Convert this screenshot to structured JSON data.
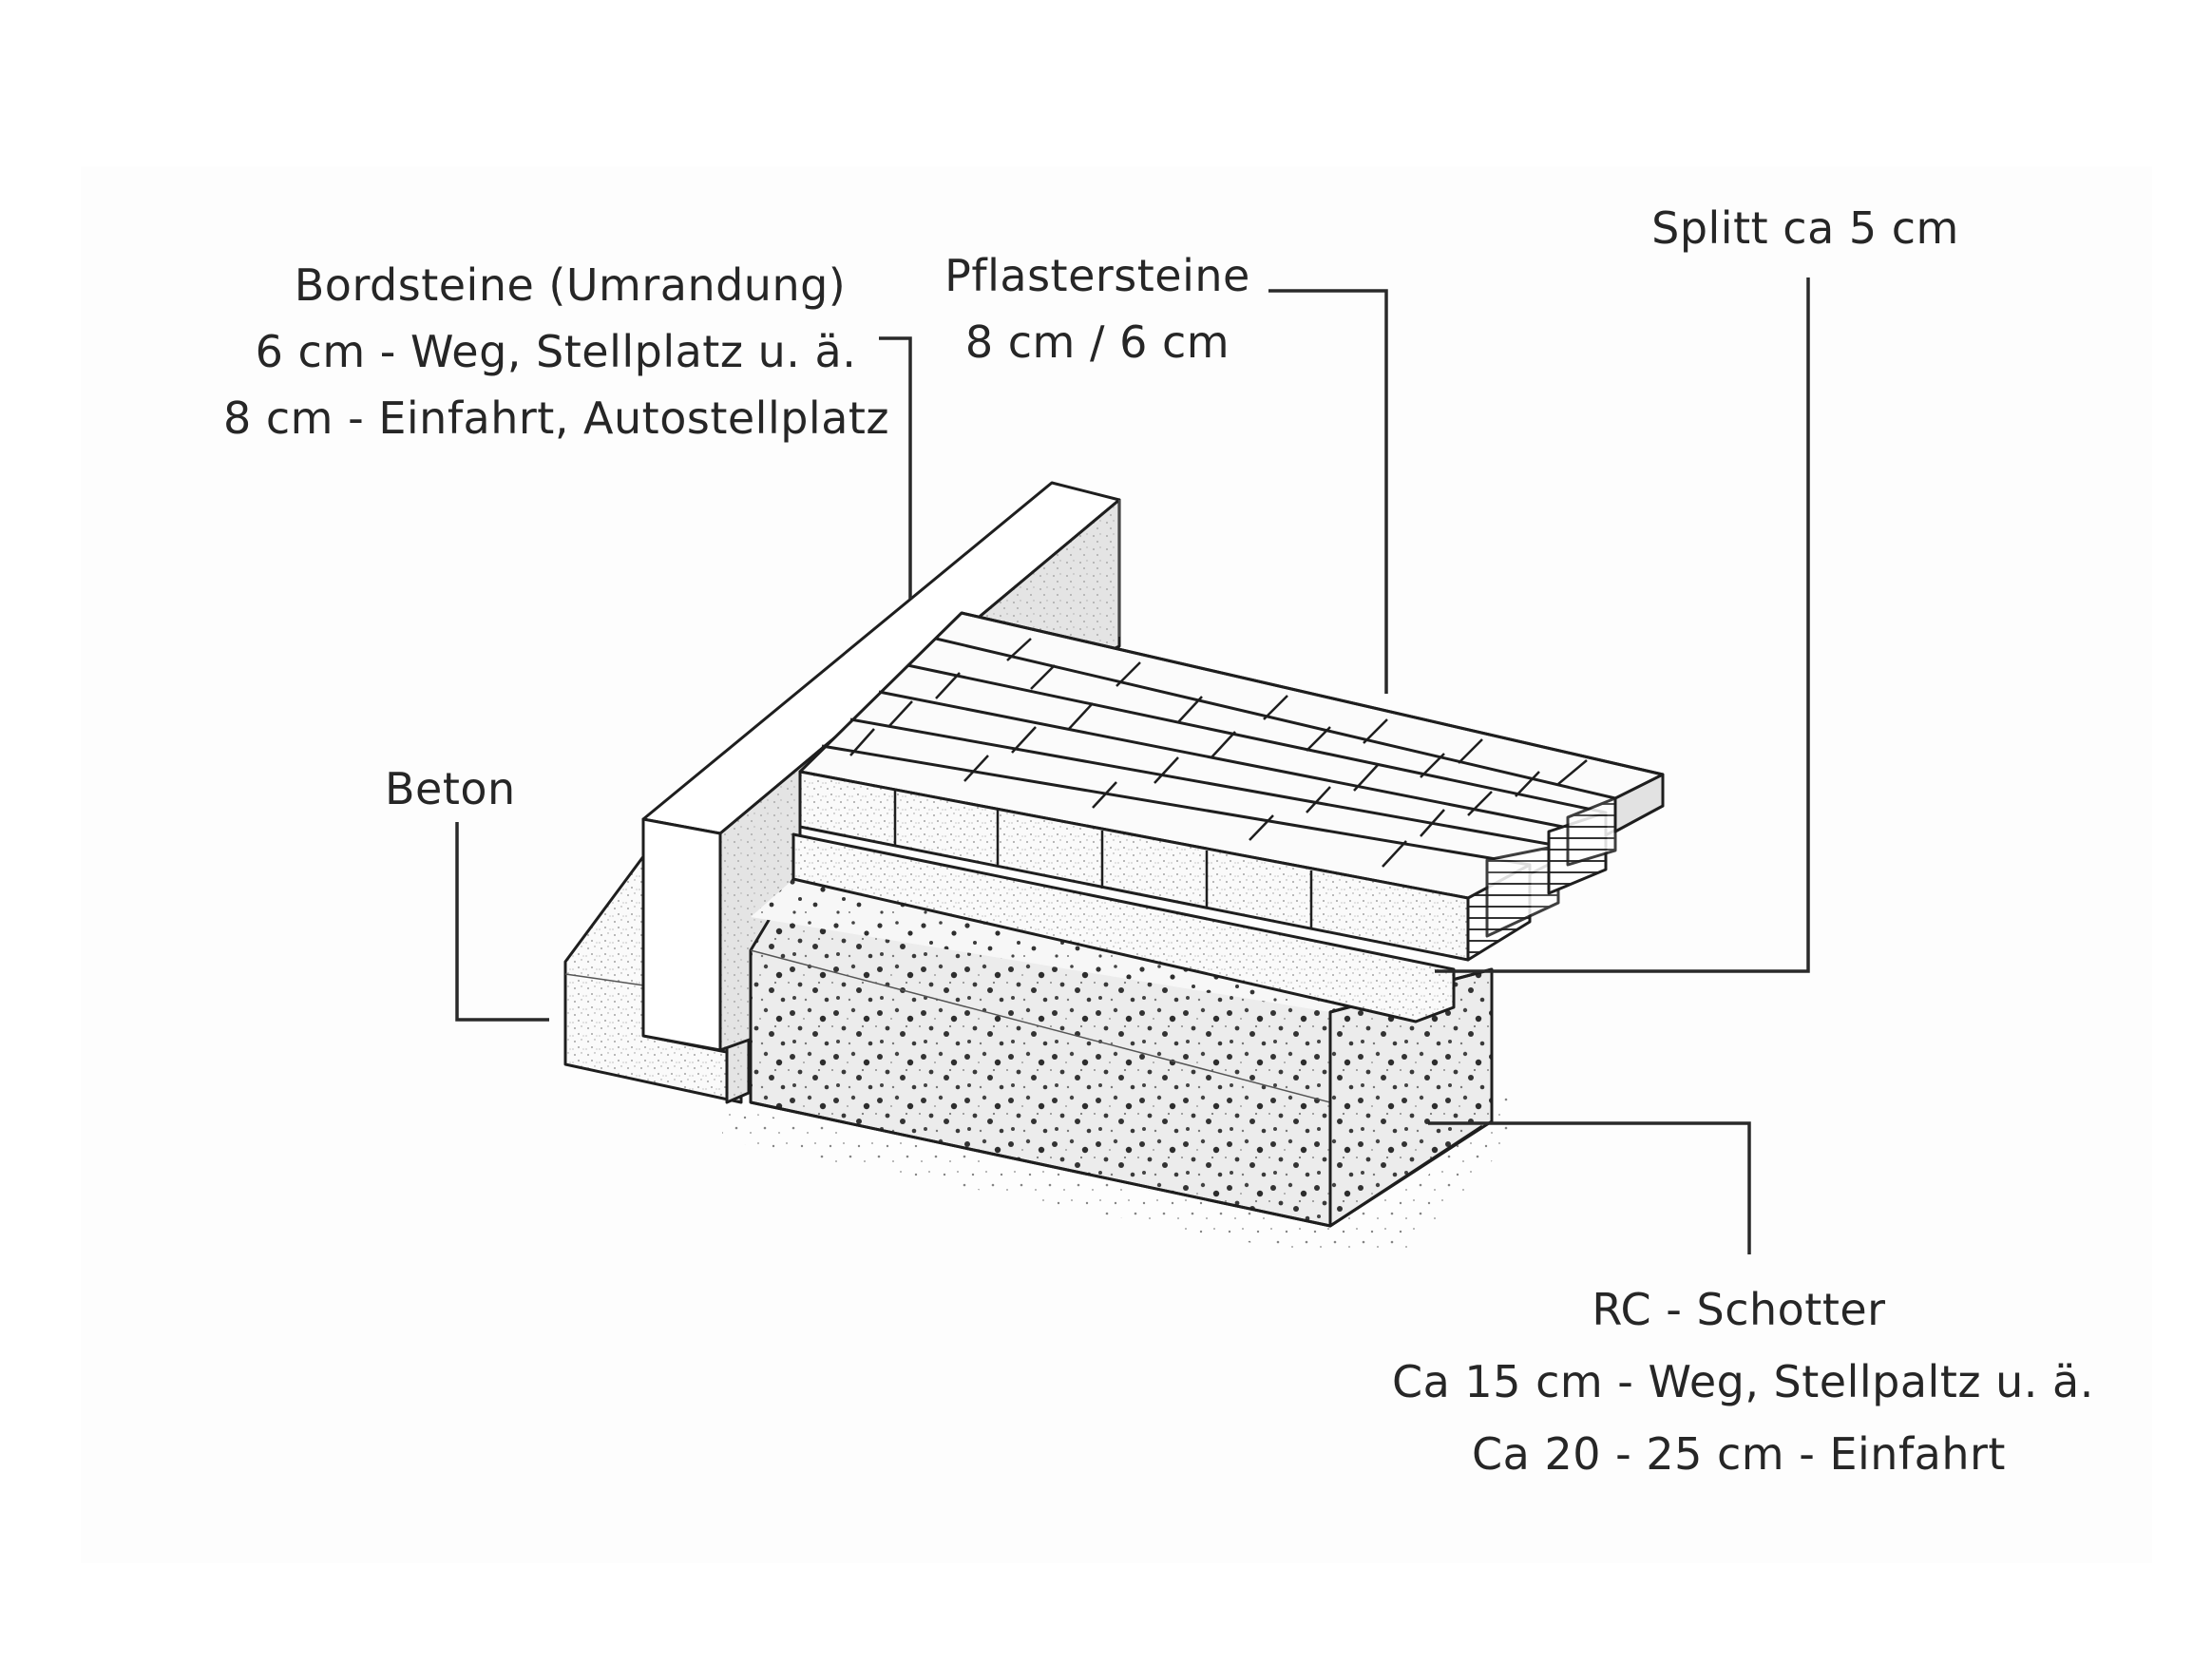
{
  "diagram": {
    "type": "cross-section",
    "subject": "Paving layer build-up",
    "colors": {
      "background": "#ffffff",
      "line": "#1e1e1e",
      "text": "#262626",
      "shade": "#d9d9d9"
    }
  },
  "labels": {
    "bordsteine": {
      "title": "Bordsteine (Umrandung)",
      "line1": "6 cm - Weg, Stellplatz u. ä.",
      "line2": "8 cm - Einfahrt, Autostellplatz"
    },
    "pflastersteine": {
      "title": "Pflastersteine",
      "line1": "8 cm / 6 cm"
    },
    "splitt": {
      "title": "Splitt ca 5 cm"
    },
    "beton": {
      "title": "Beton"
    },
    "schotter": {
      "title": "RC - Schotter",
      "line1": "Ca 15 cm - Weg, Stellpaltz u. ä.",
      "line2": "Ca 20 - 25 cm - Einfahrt"
    }
  },
  "layers": [
    {
      "name": "Pflastersteine",
      "thickness": "8 cm / 6 cm"
    },
    {
      "name": "Splitt",
      "thickness": "ca 5 cm"
    },
    {
      "name": "RC - Schotter",
      "thickness": "Ca 15 cm / Ca 20 - 25 cm"
    },
    {
      "name": "Beton",
      "thickness": ""
    },
    {
      "name": "Bordsteine (Umrandung)",
      "thickness": "6 cm / 8 cm"
    }
  ]
}
